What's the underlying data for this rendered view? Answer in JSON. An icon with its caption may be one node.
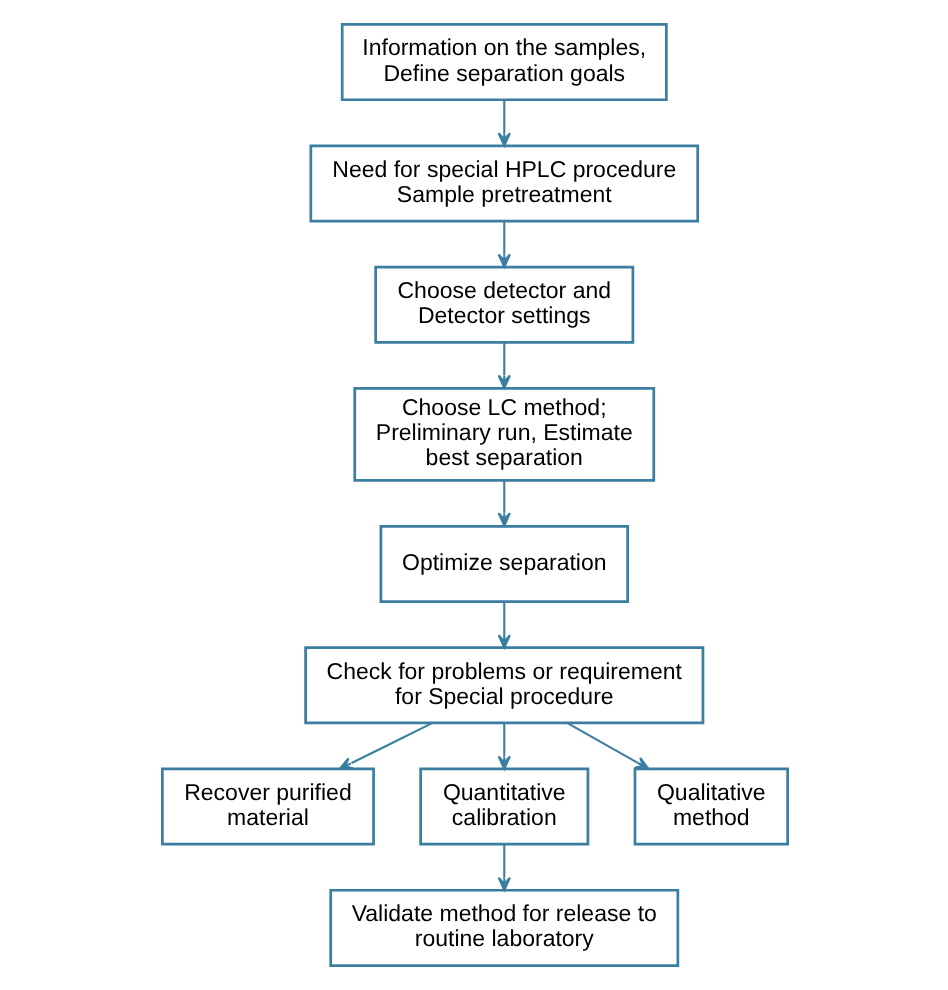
{
  "diagram": {
    "nodes": [
      {
        "text": [
          "Information on the samples, Define separation goals"
        ]
      },
      {
        "text": [
          "Need for special HPLC procedure Sample pretreatment"
        ]
      },
      {
        "text": [
          "Choose detector and Detector settings"
        ]
      },
      {
        "text": [
          "Choose LC method; Preliminary run, Estimate best separation"
        ]
      },
      {
        "text": [
          "Optimize separation"
        ]
      },
      {
        "text": [
          "Check for problems or requirement for Special procedure"
        ]
      },
      {
        "text": [
          "Recover purified material"
        ]
      },
      {
        "text": [
          "Quantitative calibration"
        ]
      },
      {
        "text": [
          "Qualitative method"
        ]
      },
      {
        "text": [
          "Validate method for release to routine laboratory"
        ]
      }
    ],
    "edges": [
      {
        "from": 0,
        "to": 1,
        "arrow": "to"
      },
      {
        "from": 1,
        "to": 2,
        "arrow": "to"
      },
      {
        "from": 2,
        "to": 3,
        "arrow": "to"
      },
      {
        "from": 3,
        "to": 4,
        "arrow": "to"
      },
      {
        "from": 4,
        "to": 5,
        "arrow": "to"
      },
      {
        "from": 5,
        "to": 6,
        "arrow": "to"
      },
      {
        "from": 5,
        "to": 7,
        "arrow": "to"
      },
      {
        "from": 5,
        "to": 8,
        "arrow": "to"
      },
      {
        "from": 7,
        "to": 9,
        "arrow": "to"
      }
    ]
  }
}
